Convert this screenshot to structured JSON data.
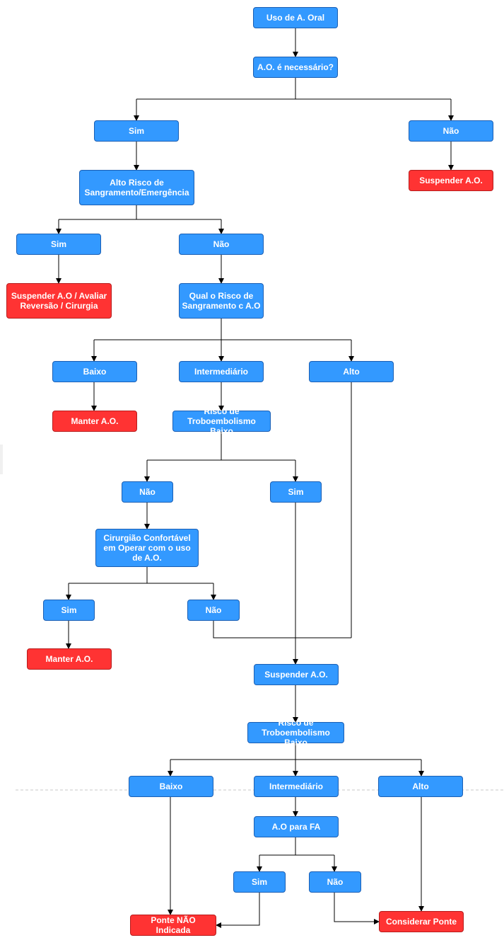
{
  "colors": {
    "action_node": "#3399ff",
    "stop_node": "#ff3333",
    "text": "#ffffff",
    "line": "#000000"
  },
  "nodes": {
    "uso_ao": "Uso de A. Oral",
    "ao_necessario": "A.O. é necessário?",
    "sim_1": "Sim",
    "nao_1": "Não",
    "suspender_ao_1": "Suspender A.O.",
    "alto_risco": "Alto Risco de Sangramento/Emergência",
    "sim_2": "Sim",
    "nao_2": "Não",
    "suspender_avaliar": "Suspender A.O / Avaliar Reversão / Cirurgia",
    "qual_risco": "Qual o Risco de Sangramento c A.O",
    "baixo_1": "Baixo",
    "intermediario_1": "Intermediário",
    "alto_1": "Alto",
    "manter_ao_1": "Manter A.O.",
    "risco_trombo_1": "Risco de Troboembolismo Baixo",
    "nao_3": "Não",
    "sim_3": "Sim",
    "cirurgiao": "Cirurgião Confortável em Operar com o uso de A.O.",
    "sim_4": "Sim",
    "nao_4": "Não",
    "manter_ao_2": "Manter A.O.",
    "suspender_ao_2": "Suspender A.O.",
    "risco_trombo_2": "Risco de Troboembolismo Baixo",
    "baixo_2": "Baixo",
    "intermediario_2": "Intermediário",
    "alto_2": "Alto",
    "ao_fa": "A.O para FA",
    "sim_5": "Sim",
    "nao_5": "Não",
    "ponte_nao": "Ponte NÃO Indicada",
    "considerar_ponte": "Considerar Ponte"
  }
}
